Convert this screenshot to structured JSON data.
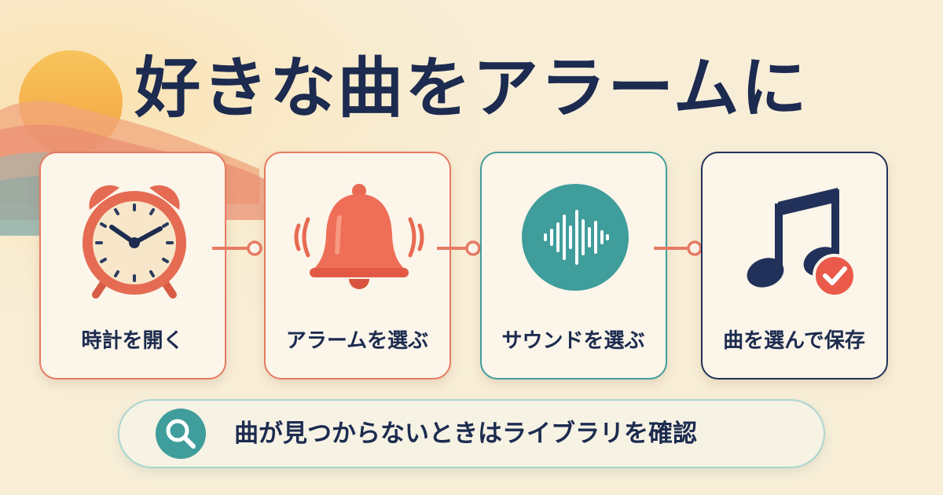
{
  "title": "好きな曲をアラームに",
  "steps": [
    {
      "label": "時計を開く",
      "icon": "alarm-clock-icon",
      "color": "#e87a63"
    },
    {
      "label": "アラームを選ぶ",
      "icon": "bell-icon",
      "color": "#e87a63"
    },
    {
      "label": "サウンドを選ぶ",
      "icon": "sound-wave-icon",
      "color": "#3f9d9b"
    },
    {
      "label": "曲を選んで保存",
      "icon": "music-note-check-icon",
      "color": "#22315a"
    }
  ],
  "tip": {
    "text": "曲が見つからないときはライブラリを確認",
    "icon": "search-icon"
  },
  "colors": {
    "title": "#1c2b4f",
    "coral": "#e87a63",
    "teal": "#3f9d9b",
    "navy": "#22315a",
    "background": "#f8eed8"
  }
}
